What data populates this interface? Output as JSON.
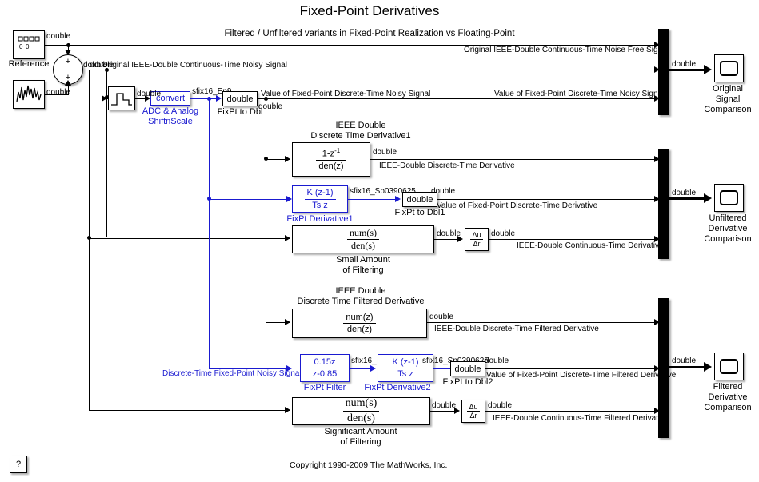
{
  "header": {
    "title": "Fixed-Point Derivatives",
    "subtitle": "Filtered / Unfiltered variants in Fixed-Point Realization vs Floating-Point"
  },
  "footer": {
    "copyright": "Copyright 1990-2009 The MathWorks, Inc.",
    "help_label": "?"
  },
  "blocks": {
    "reference": {
      "label": "Reference",
      "icon": "repeating-sequence-icon"
    },
    "noise": {
      "label": "",
      "icon": "band-limited-noise-icon"
    },
    "sum": {
      "plus_top": "+",
      "plus_bottom": "+"
    },
    "zoh": {
      "label": "",
      "icon": "zero-order-hold-icon"
    },
    "adc": {
      "text": "convert",
      "label_line1": "ADC & Analog",
      "label_line2": "ShiftnScale"
    },
    "fixpt_to_dbl": {
      "text": "double",
      "label": "FixPt to Dbl"
    },
    "ieee_disc_deriv1": {
      "num": "1-z",
      "num_sup": "-1",
      "den": "den(z)",
      "label_line1": "IEEE Double",
      "label_line2": "Discrete Time Derivative1"
    },
    "fixpt_deriv1": {
      "num": "K (z-1)",
      "den": "Ts z",
      "label": "FixPt Derivative1"
    },
    "fixpt_to_dbl1": {
      "text": "double",
      "label": "FixPt to Dbl1"
    },
    "small_filtering": {
      "num": "num(s)",
      "den": "den(s)",
      "label_line1": "Small Amount",
      "label_line2": "of Filtering"
    },
    "derivative_unfiltered": {
      "num": "Δu",
      "den": "Δr"
    },
    "ieee_disc_filt_deriv": {
      "num": "num(z)",
      "den": "den(z)",
      "label_line1": "IEEE Double",
      "label_line2": "Discrete Time Filtered Derivative"
    },
    "fixpt_filter": {
      "num": "0.15z",
      "den": "z-0.85",
      "label": "FixPt Filter"
    },
    "fixpt_deriv2": {
      "num": "K (z-1)",
      "den": "Ts z",
      "label": "FixPt Derivative2"
    },
    "fixpt_to_dbl2": {
      "text": "double",
      "label": "FixPt to Dbl2"
    },
    "significant_filtering": {
      "num": "num(s)",
      "den": "den(s)",
      "label_line1": "Significant Amount",
      "label_line2": "of Filtering"
    },
    "derivative_filtered": {
      "num": "Δu",
      "den": "Δr"
    },
    "scope_original": {
      "label_line1": "Original",
      "label_line2": "Signal",
      "label_line3": "Comparison"
    },
    "scope_unfiltered": {
      "label_line1": "Unfiltered",
      "label_line2": "Derivative",
      "label_line3": "Comparison"
    },
    "scope_filtered": {
      "label_line1": "Filtered",
      "label_line2": "Derivative",
      "label_line3": "Comparison"
    }
  },
  "signal_labels": {
    "ref_out": "double",
    "noise_out": "double",
    "sum_out_a": "double",
    "sum_out_b": "double",
    "zoh_out": "double",
    "adc_out": "sfix16_En9",
    "fixpt_to_dbl_out": "double",
    "fixpt_to_dbl_out2": "double",
    "orig_noisy": "Original IEEE-Double Continuous-Time Noisy Signal",
    "noise_free": "Original IEEE-Double Continuous-Time Noise Free Signal",
    "fixpt_noisy_left": "Value of Fixed-Point Discrete-Time Noisy Signal",
    "fixpt_noisy_right": "Value of Fixed-Point Discrete-Time Noisy Signal",
    "mux1_out": "double",
    "ieee_disc_deriv_out": "double",
    "ieee_disc_deriv_name": "IEEE-Double Discrete-Time Derivative",
    "fixpt_deriv1_out": "sfix16_Sp0390625",
    "fixpt_dbl1_out": "double",
    "fixpt_deriv_name": "Value of Fixed-Point Discrete-Time Derivative",
    "small_filt_out": "double",
    "deriv_unfilt_out": "double",
    "ieee_cont_deriv_name": "IEEE-Double Continuous-Time Derivative",
    "mux2_out": "double",
    "ieee_disc_filt_out": "double",
    "ieee_disc_filt_name": "IEEE-Double Discrete-Time Filtered Derivative",
    "disc_fixpt_noisy": "Discrete-Time Fixed-Point Noisy Signal",
    "fixpt_filter_out": "sfix16_",
    "fixpt_deriv2_out": "sfix16_Sp0390625",
    "fixpt_dbl2_out": "double",
    "fixpt_filt_deriv_name": "Value of Fixed-Point Discrete-Time Filtered Derivative",
    "sig_filt_out": "double",
    "deriv_filt_out": "double",
    "ieee_cont_filt_name": "IEEE-Double Continuous-Time Filtered Derivative",
    "mux3_out": "double"
  },
  "colors": {
    "fixed_point": "#1a1ad0",
    "floating_point": "#000000",
    "background": "#ffffff"
  }
}
